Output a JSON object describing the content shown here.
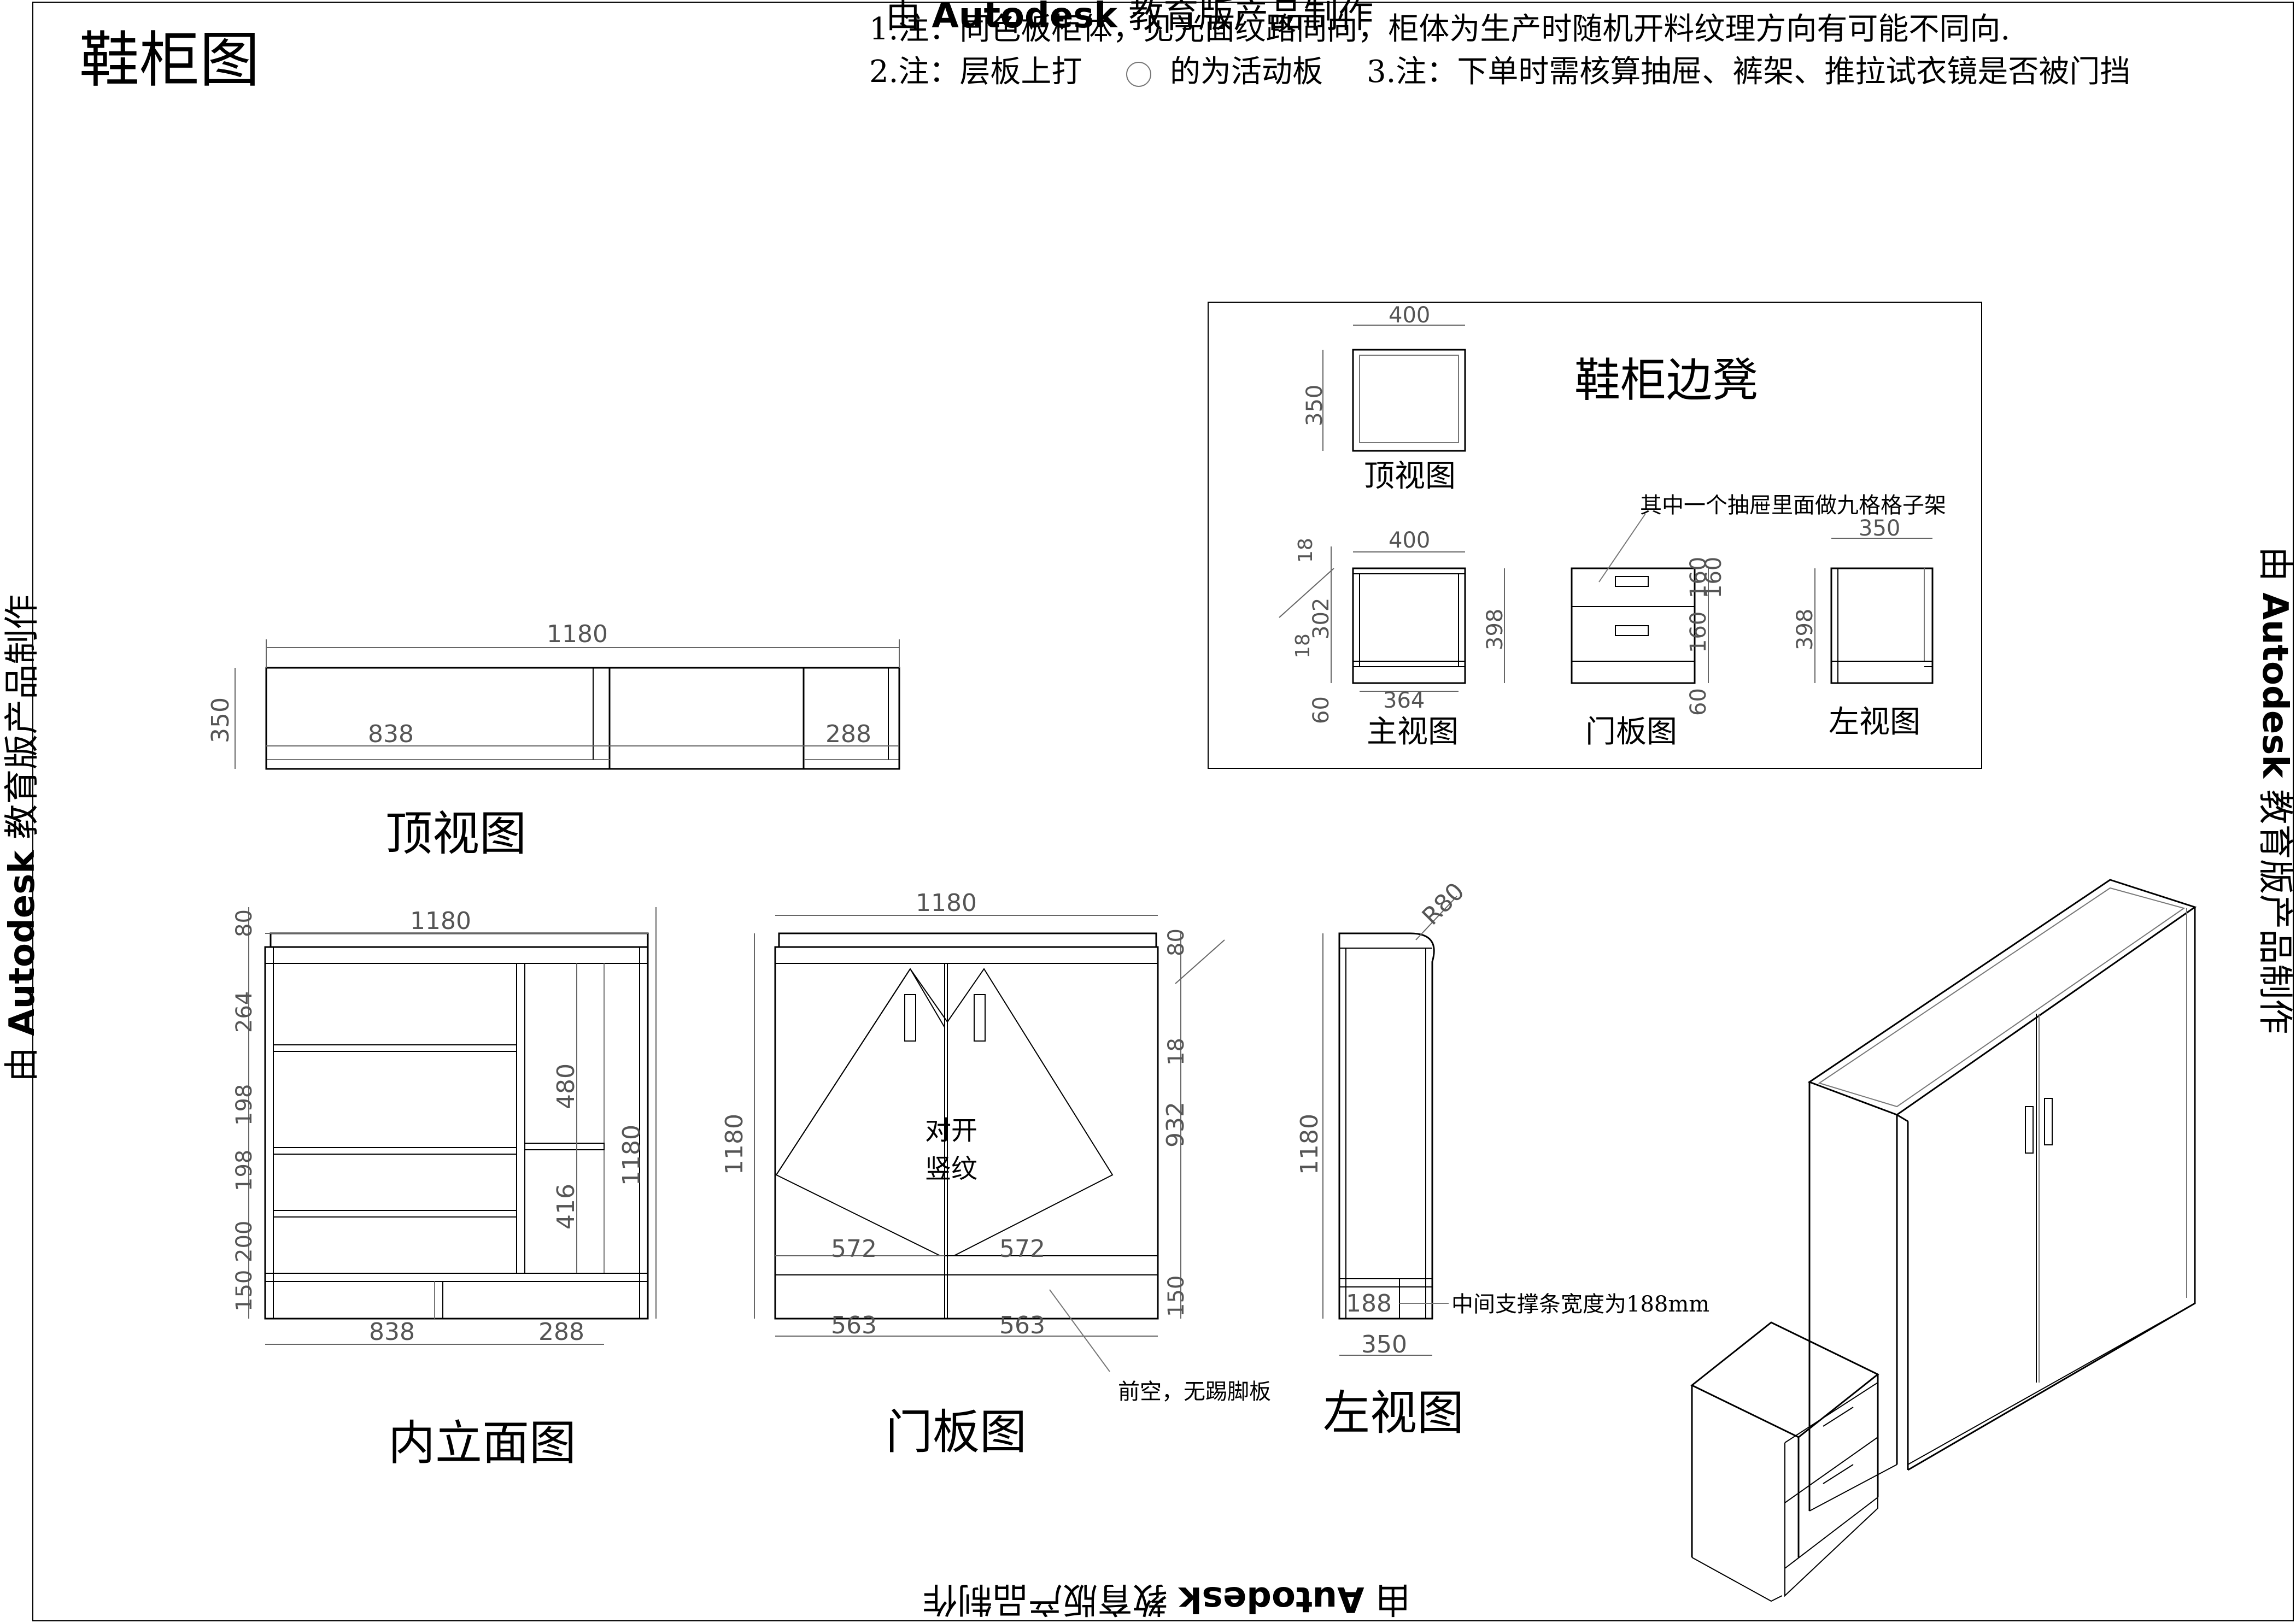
{
  "drawing": {
    "title": "鞋柜图",
    "notes": [
      "1.注：同色板柜体，见光面纹路同向，柜体为生产时随机开料纹理方向有可能不同向.",
      "2.注：层板上打",
      "的为活动板",
      "3.注：下单时需核算抽屉、裤架、推拉试衣镜是否被门挡"
    ]
  },
  "watermark": {
    "prefix": "由",
    "brand": "Autodesk",
    "suffix": "教育版产品制作"
  },
  "views": {
    "top": {
      "caption": "顶视图",
      "dims": {
        "width": "1180",
        "depth": "350",
        "left": "838",
        "right": "288"
      }
    },
    "inner": {
      "caption": "内立面图",
      "dims": {
        "width": "1180",
        "top": "80",
        "s1": "264",
        "s2": "198",
        "s3": "198",
        "s4": "200",
        "s5": "150",
        "upper": "480",
        "lower": "416",
        "height": "1180",
        "left": "838",
        "right": "288"
      }
    },
    "door": {
      "caption": "门板图",
      "center_label_1": "对开",
      "center_label_2": "竖纹",
      "note": "前空，无踢脚板",
      "dims": {
        "width": "1180",
        "height": "1180",
        "top": "80",
        "gap": "18",
        "door_h": "932",
        "bottom": "150",
        "door_w1": "572",
        "door_w2": "572",
        "bot_w1": "563",
        "bot_w2": "563"
      }
    },
    "side": {
      "caption": "左视图",
      "note": "中间支撑条宽度为188mm",
      "dims": {
        "height": "1180",
        "radius": "R80",
        "support": "188",
        "depth": "350"
      }
    }
  },
  "bench": {
    "title": "鞋柜边凳",
    "top_caption": "顶视图",
    "front_caption": "主视图",
    "door_caption": "门板图",
    "left_caption": "左视图",
    "note": "其中一个抽屉里面做九格格子架",
    "dims": {
      "top_w": "400",
      "top_d": "350",
      "front_w": "400",
      "front_h": "398",
      "front_inner": "302",
      "front_t1": "18",
      "front_t2": "18",
      "front_base": "60",
      "front_inner_w": "364",
      "door_d1": "160",
      "door_d2": "160",
      "door_d3": "160",
      "door_base": "60",
      "left_w": "350",
      "left_h": "398"
    }
  }
}
